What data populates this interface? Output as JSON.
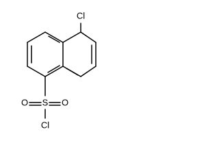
{
  "molecule": {
    "atoms": {
      "chlorine_top": "Cl",
      "sulfur": "S",
      "oxygen_left": "O",
      "oxygen_right": "O",
      "chlorine_bottom": "Cl"
    }
  },
  "colors": {
    "bond": "#000000",
    "label": "#000000",
    "background": "#ffffff"
  }
}
